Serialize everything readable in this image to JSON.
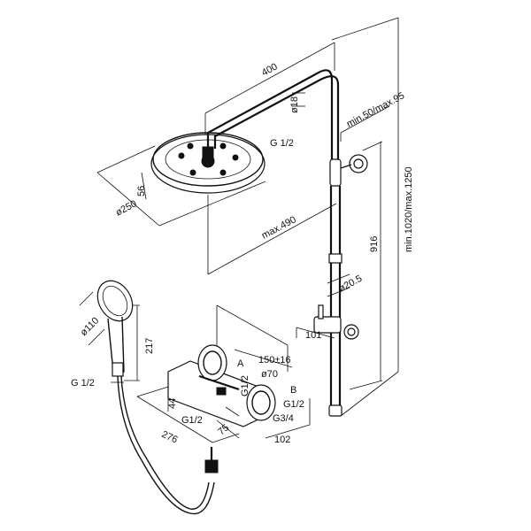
{
  "diagram": {
    "labels": {
      "width_400": "400",
      "pipe_diameter": "ø18",
      "wall_distance": "min.50/max.95",
      "thread_head": "G 1/2",
      "head_height": "56",
      "head_diameter": "ø250",
      "max_490": "max.490",
      "rail_916": "916",
      "total_height": "min.1020/max.1250",
      "rail_diameter": "ø20.5",
      "holder_101": "101",
      "hand_diameter": "ø110",
      "hand_length": "217",
      "thread_hand": "G 1/2",
      "point_a": "A",
      "centers": "150±16",
      "diam_70": "ø70",
      "thread_a": "G1/2",
      "point_b": "B",
      "thread_b": "G1/2",
      "dim_44": "44",
      "thread_inlet": "G1/2",
      "dim_276": "276",
      "dim_75": "75",
      "thread_outlet": "G3/4",
      "dim_102": "102"
    }
  }
}
